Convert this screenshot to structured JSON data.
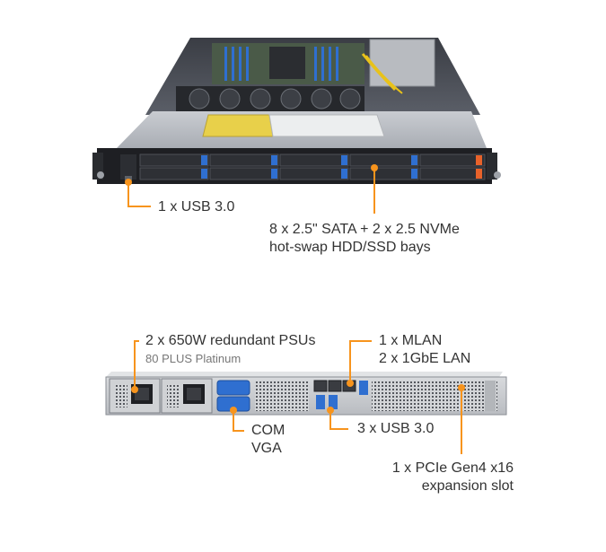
{
  "front": {
    "usb": "1 x USB 3.0",
    "bays_line1": "8 x 2.5\" SATA + 2 x 2.5 NVMe",
    "bays_line2": "hot-swap HDD/SSD bays"
  },
  "rear": {
    "psu_line1": "2 x 650W redundant PSUs",
    "psu_line2": "80 PLUS Platinum",
    "lan_line1": "1 x MLAN",
    "lan_line2": "2 x 1GbE LAN",
    "com": "COM",
    "vga": "VGA",
    "usb": "3 x USB 3.0",
    "pcie_line1": "1 x PCIe Gen4 x16",
    "pcie_line2": "expansion slot"
  },
  "colors": {
    "callout": "#f7941d",
    "accent_blue": "#2f6fd0",
    "bay_orange": "#e8622a",
    "chassis_dark": "#1e1f23"
  }
}
